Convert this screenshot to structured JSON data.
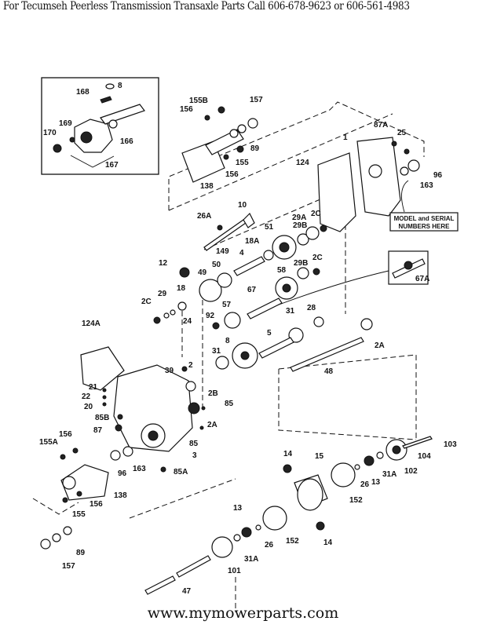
{
  "header": {
    "text": "For Tecumseh Peerless Transmission Transaxle Parts Call 606-678-9623 or 606-561-4983"
  },
  "footer": {
    "url": "www.mymowerparts.com"
  },
  "diagram": {
    "title": "Transmission Transaxle exploded parts diagram",
    "callout_note": [
      "MODEL and SERIAL",
      "NUMBERS HERE"
    ],
    "inset_labels": [
      "168",
      "8",
      "169",
      "170",
      "166",
      "167"
    ],
    "part_labels": [
      "155B",
      "157",
      "156",
      "89",
      "155",
      "156",
      "138",
      "124",
      "1",
      "87A",
      "25",
      "96",
      "163",
      "26A",
      "10",
      "149",
      "51",
      "29B",
      "29A",
      "2C",
      "18A",
      "4",
      "12",
      "49",
      "50",
      "58",
      "29B",
      "2C",
      "18",
      "29",
      "2C",
      "24",
      "67",
      "57",
      "92",
      "31",
      "28",
      "67A",
      "5",
      "2A",
      "124A",
      "8",
      "2",
      "39",
      "31",
      "2B",
      "48",
      "21",
      "22",
      "20",
      "85B",
      "87",
      "85",
      "2A",
      "156",
      "155A",
      "3",
      "85",
      "96",
      "163",
      "85A",
      "138",
      "156",
      "155",
      "89",
      "157",
      "14",
      "15",
      "152",
      "26",
      "13",
      "31A",
      "102",
      "104",
      "103",
      "13",
      "26",
      "152",
      "14",
      "31A",
      "101",
      "47"
    ]
  }
}
